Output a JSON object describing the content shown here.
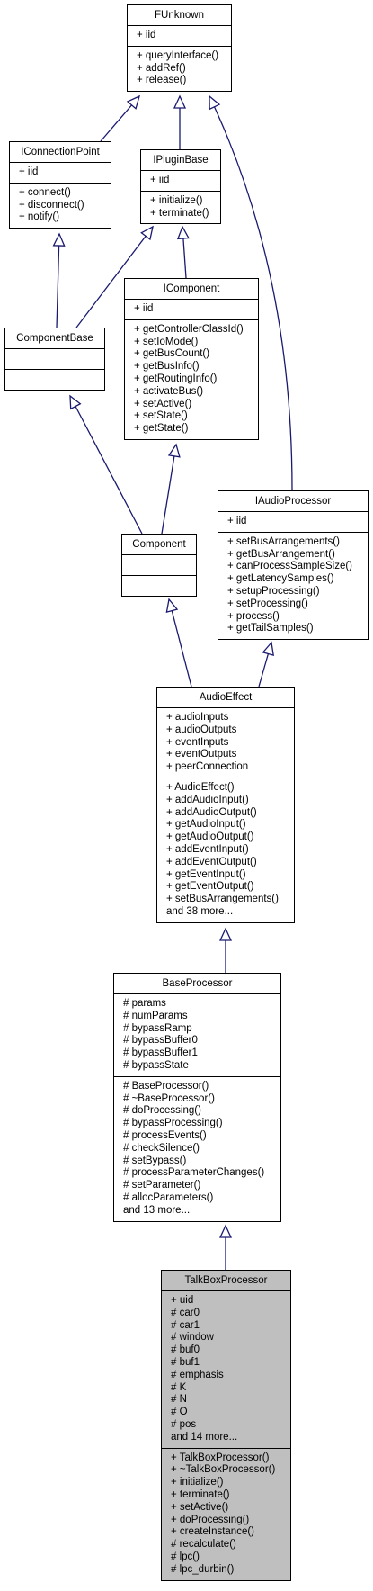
{
  "classes": {
    "funknown": {
      "title": "FUnknown",
      "attributes": [
        "+ iid"
      ],
      "methods": [
        "+ queryInterface()",
        "+ addRef()",
        "+ release()"
      ]
    },
    "iconnectionpoint": {
      "title": "IConnectionPoint",
      "attributes": [
        "+ iid"
      ],
      "methods": [
        "+ connect()",
        "+ disconnect()",
        "+ notify()"
      ]
    },
    "ipluginbase": {
      "title": "IPluginBase",
      "attributes": [
        "+ iid"
      ],
      "methods": [
        "+ initialize()",
        "+ terminate()"
      ]
    },
    "icomponent": {
      "title": "IComponent",
      "attributes": [
        "+ iid"
      ],
      "methods": [
        "+ getControllerClassId()",
        "+ setIoMode()",
        "+ getBusCount()",
        "+ getBusInfo()",
        "+ getRoutingInfo()",
        "+ activateBus()",
        "+ setActive()",
        "+ setState()",
        "+ getState()"
      ]
    },
    "componentbase": {
      "title": "ComponentBase",
      "attributes": [],
      "methods": []
    },
    "iaudioprocessor": {
      "title": "IAudioProcessor",
      "attributes": [
        "+ iid"
      ],
      "methods": [
        "+ setBusArrangements()",
        "+ getBusArrangement()",
        "+ canProcessSampleSize()",
        "+ getLatencySamples()",
        "+ setupProcessing()",
        "+ setProcessing()",
        "+ process()",
        "+ getTailSamples()"
      ]
    },
    "component": {
      "title": "Component",
      "attributes": [],
      "methods": []
    },
    "audioeffect": {
      "title": "AudioEffect",
      "attributes": [
        "+ audioInputs",
        "+ audioOutputs",
        "+ eventInputs",
        "+ eventOutputs",
        "+ peerConnection"
      ],
      "methods": [
        "+ AudioEffect()",
        "+ addAudioInput()",
        "+ addAudioOutput()",
        "+ getAudioInput()",
        "+ getAudioOutput()",
        "+ addEventInput()",
        "+ addEventOutput()",
        "+ getEventInput()",
        "+ getEventOutput()",
        "+ setBusArrangements()",
        "and 38 more..."
      ]
    },
    "baseprocessor": {
      "title": "BaseProcessor",
      "attributes": [
        "# params",
        "# numParams",
        "# bypassRamp",
        "# bypassBuffer0",
        "# bypassBuffer1",
        "# bypassState"
      ],
      "methods": [
        "# BaseProcessor()",
        "# ~BaseProcessor()",
        "# doProcessing()",
        "# bypassProcessing()",
        "# processEvents()",
        "# checkSilence()",
        "# setBypass()",
        "# processParameterChanges()",
        "# setParameter()",
        "# allocParameters()",
        "and 13 more..."
      ]
    },
    "talkboxprocessor": {
      "title": "TalkBoxProcessor",
      "attributes": [
        "+ uid",
        "# car0",
        "# car1",
        "# window",
        "# buf0",
        "# buf1",
        "# emphasis",
        "# K",
        "# N",
        "# O",
        "# pos",
        "and 14 more..."
      ],
      "methods": [
        "+ TalkBoxProcessor()",
        "+ ~TalkBoxProcessor()",
        "+ initialize()",
        "+ terminate()",
        "+ setActive()",
        "+ doProcessing()",
        "+ createInstance()",
        "# recalculate()",
        "# lpc()",
        "# lpc_durbin()"
      ]
    }
  },
  "colors": {
    "edge": "#191970",
    "selected_fill": "#bfbfbf",
    "border": "#000000"
  }
}
